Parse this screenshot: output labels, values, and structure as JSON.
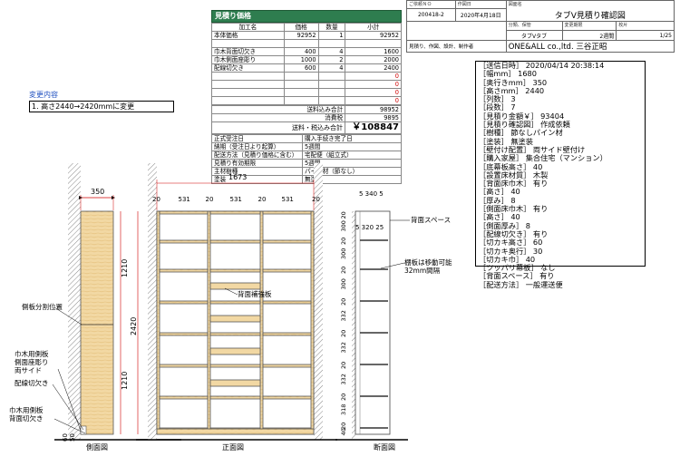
{
  "estimate": {
    "title": "見積り価格",
    "headers": [
      "加工名",
      "価格",
      "数量",
      "小計"
    ],
    "rows": [
      [
        "本体価格",
        "92952",
        "1",
        "92952"
      ],
      [
        "",
        "",
        "",
        ""
      ],
      [
        "巾木背面切欠き",
        "400",
        "4",
        "1600"
      ],
      [
        "巾木側面座彫り",
        "1000",
        "2",
        "2000"
      ],
      [
        "配線切欠き",
        "600",
        "4",
        "2400"
      ],
      [
        "",
        "",
        "",
        "0"
      ],
      [
        "",
        "",
        "",
        "0"
      ],
      [
        "",
        "",
        "",
        "0"
      ],
      [
        "",
        "",
        "",
        "0"
      ]
    ],
    "subtotal_label": "送料込み合計",
    "subtotal_value": "98952",
    "tax_label": "消費税",
    "tax_value": "9895",
    "total_label": "送料・税込み合計",
    "total_value": "￥108847",
    "info": [
      [
        "正式受注日",
        "購入手続き完了日"
      ],
      [
        "納期（受注日より起算）",
        "5週間"
      ],
      [
        "配送方法（見積り価格に含む）",
        "宅配便（組立式）"
      ],
      [
        "見積り有効期限",
        "5週間"
      ],
      [
        "主材樹種",
        "パイン材（節なし）"
      ],
      [
        "塗装",
        "無塗装"
      ]
    ]
  },
  "title_block": {
    "sakuban_label": "ご依頼ＮＯ",
    "sakuban": "200418-2",
    "date_label": "作図日",
    "date": "2020年4月18日",
    "drawing_name_label": "図面名",
    "drawing_name": "タブV見積り確認図",
    "category_label": "分類、保管",
    "category": "タブVタブ",
    "change_label": "変更期限",
    "change": "2週間",
    "sheet_label": "枚片",
    "sheet": "1/25",
    "maker_label": "見積り、作図、設計、制作者",
    "maker": "ONE&ALL co.,ltd.  三谷正昭"
  },
  "spec_lines": [
    "［送信日時］ 2020/04/14 20:38:14",
    "［幅mm］ 1680",
    "［奥行きmm］ 350",
    "［高さmm］ 2440",
    "［列数］ 3",
    "［段数］ 7",
    "［見積り金額￥］ 93404",
    "［見積り確認図］ 作成依頼",
    "［樹種］ 節なしパイン材",
    "［塗装］ 無塗装",
    "［壁付け配置］ 両サイド壁付け",
    "［購入家屋］ 集合住宅（マンション）",
    "［底幕板高さ］ 40",
    "［設置床材質］ 木製",
    "［背面床巾木］ 有り",
    "［高さ］ 40",
    "［厚み］ 8",
    "［側面床巾木］ 有り",
    "［高さ］ 40",
    "［側面厚み］ 8",
    "［配線切欠き］ 有り",
    "［切カキ高さ］ 60",
    "［切カキ奥行］ 30",
    "［切カキ巾］ 40",
    "［ツッパリ幕板］ なし",
    "［背面スペース］ 有り",
    "［配送方法］ 一般運送便"
  ],
  "change_note": {
    "title": "変更内容",
    "text": "1. 高さ2440→2420mmに変更"
  },
  "side_view": {
    "label": "側面図",
    "width_dim": "350",
    "upper_dim": "1210",
    "lower_dim": "1210",
    "base_dims": [
      "60",
      "50"
    ],
    "callouts": [
      "側板分割位置",
      "巾木用側板\n側面座彫り\n両サイド",
      "配線切欠き",
      "巾木用側板\n背面切欠き"
    ]
  },
  "front_view": {
    "label": "正面図",
    "overall_width": "1673",
    "widths": [
      "20",
      "531",
      "20",
      "531",
      "20",
      "531",
      "20"
    ],
    "height": "2420",
    "callout": "背面補強板"
  },
  "section_view": {
    "label": "断面図",
    "top_dims": [
      "5",
      "340",
      "5"
    ],
    "inner_dims": [
      "5",
      "320",
      "25"
    ],
    "shelf_dims": [
      "20",
      "300",
      "20",
      "300",
      "20",
      "300",
      "20",
      "332",
      "20",
      "332",
      "20",
      "332",
      "20",
      "318",
      "20",
      "40"
    ],
    "callouts": [
      "背面スペース",
      "棚板は移動可能\n32mm間隔"
    ]
  }
}
